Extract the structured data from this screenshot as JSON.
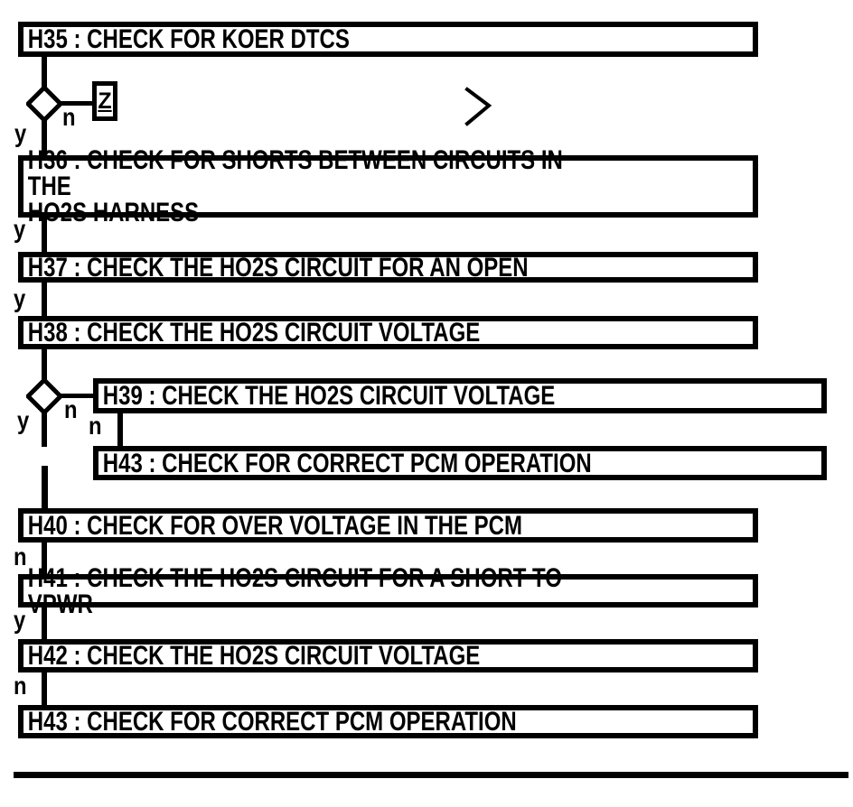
{
  "page": {
    "background_color": "#ffffff",
    "ink_color": "#000000"
  },
  "flowchart": {
    "nodes": [
      {
        "id": "H35",
        "label": "H35 : CHECK FOR KOER DTCS"
      },
      {
        "id": "H36",
        "label": "H36 : CHECK FOR SHORTS BETWEEN CIRCUITS IN THE\nHO2S HARNESS"
      },
      {
        "id": "H37",
        "label": "H37 : CHECK THE HO2S CIRCUIT FOR AN OPEN"
      },
      {
        "id": "H38",
        "label": "H38 : CHECK THE HO2S CIRCUIT VOLTAGE"
      },
      {
        "id": "H39",
        "label": "H39 : CHECK THE HO2S CIRCUIT VOLTAGE"
      },
      {
        "id": "H43a",
        "label": "H43 : CHECK FOR CORRECT PCM OPERATION"
      },
      {
        "id": "H40",
        "label": "H40 : CHECK FOR OVER VOLTAGE IN THE PCM"
      },
      {
        "id": "H41",
        "label": "H41 : CHECK THE HO2S CIRCUIT FOR A SHORT TO VPWR"
      },
      {
        "id": "H42",
        "label": "H42 : CHECK THE HO2S CIRCUIT VOLTAGE"
      },
      {
        "id": "H43b",
        "label": "H43 : CHECK FOR CORRECT PCM OPERATION"
      }
    ],
    "branch": {
      "yes": "y",
      "no": "n"
    },
    "offpage_connector": {
      "label": "Z"
    }
  }
}
